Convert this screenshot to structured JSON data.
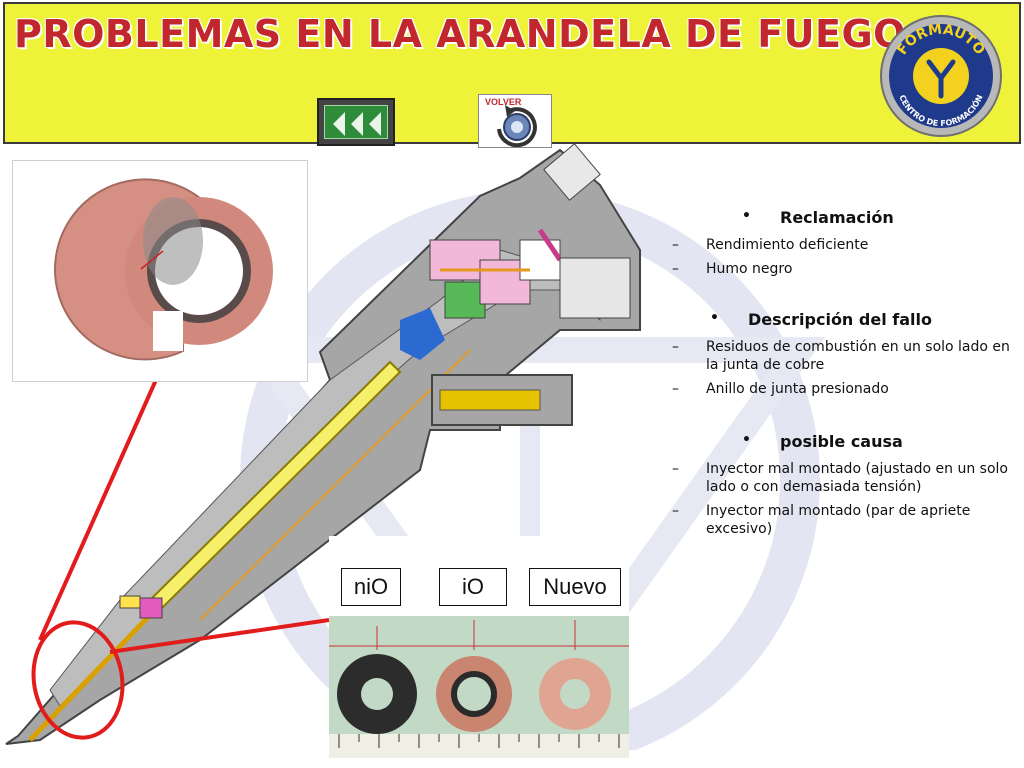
{
  "header": {
    "title": "PROBLEMAS EN LA ARANDELA DE FUEGO",
    "back_button_icon": "triple-chevron-left-icon",
    "volver_label": "VOLVER",
    "logo": {
      "top_text": "FORMAUTO",
      "bottom_text": "CENTRO DE FORMACIÓN"
    }
  },
  "colors": {
    "header_bg": "#eef33a",
    "title": "#c1272d",
    "annotation_red": "#e21b1b",
    "back_button": "#2e8b3a"
  },
  "comparison": {
    "labels": [
      "niO",
      "iO",
      "Nuevo"
    ]
  },
  "sections": [
    {
      "heading": "Reclamación",
      "items": [
        "Rendimiento deficiente",
        "Humo negro"
      ]
    },
    {
      "heading": "Descripción del fallo",
      "items": [
        "Residuos de combustión en un solo lado en la junta de cobre",
        "Anillo de junta presionado"
      ]
    },
    {
      "heading": "posible causa",
      "items": [
        "Inyector mal montado (ajustado en un solo lado o con demasiada tensión)",
        "Inyector mal montado (par de apriete excesivo)"
      ]
    }
  ]
}
